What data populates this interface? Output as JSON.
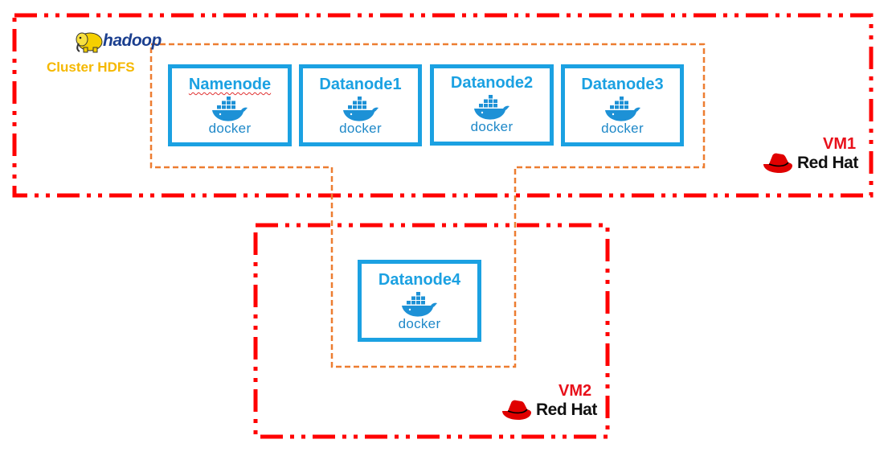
{
  "cluster": {
    "brand": "hadoop",
    "label": "Cluster HDFS",
    "color": "#f5b800",
    "border_color": "#ed7d31"
  },
  "vms": [
    {
      "label": "VM1",
      "vendor": "Red Hat",
      "border_color": "#ff0000"
    },
    {
      "label": "VM2",
      "vendor": "Red Hat",
      "border_color": "#ff0000"
    }
  ],
  "nodes": [
    {
      "name": "Namenode",
      "runtime": "docker"
    },
    {
      "name": "Datanode1",
      "runtime": "docker"
    },
    {
      "name": "Datanode2",
      "runtime": "docker"
    },
    {
      "name": "Datanode3",
      "runtime": "docker"
    },
    {
      "name": "Datanode4",
      "runtime": "docker"
    }
  ],
  "icons": {
    "hadoop": "hadoop-elephant-icon",
    "docker": "docker-whale-icon",
    "redhat": "redhat-hat-icon"
  },
  "colors": {
    "node_border": "#1ba1e2",
    "node_text": "#1ba1e2",
    "vm_label": "#e8101a"
  }
}
